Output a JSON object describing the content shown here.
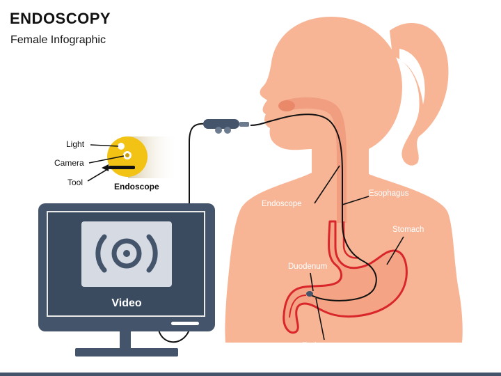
{
  "title": "ENDOSCOPY",
  "subtitle": "Female Infographic",
  "lens": {
    "light_label": "Light",
    "camera_label": "Camera",
    "tool_label": "Tool",
    "caption": "Endoscope"
  },
  "monitor": {
    "label": "Video"
  },
  "body_labels": {
    "endoscope_upper": "Endoscope",
    "esophagus": "Esophagus",
    "stomach": "Stomach",
    "duodenum": "Duodenum",
    "endoscope_lower": "Endoscope"
  },
  "icons": {
    "lens": "endoscope-lens-icon",
    "video": "video-signal-icon"
  },
  "colors": {
    "skin": "#F7B596",
    "skin_dark": "#EFA282",
    "esophagus_fill": "#F19E80",
    "organ_outline": "#D9262A",
    "organ_fill": "#F4A385",
    "monitor_body": "#44546A",
    "monitor_screen": "#3B4B5F",
    "lens_yellow": "#F2C314",
    "footer_bar": "#44546A"
  }
}
